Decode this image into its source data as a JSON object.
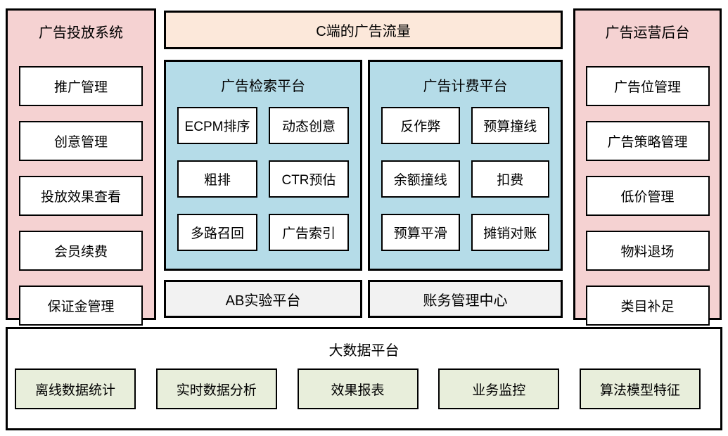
{
  "diagram": {
    "left_panel": {
      "title": "广告投放系统",
      "items": [
        "推广管理",
        "创意管理",
        "投放效果查看",
        "会员续费",
        "保证金管理"
      ]
    },
    "traffic_banner": {
      "label": "C端的广告流量"
    },
    "retrieval_platform": {
      "title": "广告检索平台",
      "items": [
        "ECPM排序",
        "动态创意",
        "粗排",
        "CTR预估",
        "多路召回",
        "广告索引"
      ]
    },
    "billing_platform": {
      "title": "广告计费平台",
      "items": [
        "反作弊",
        "预算撞线",
        "余额撞线",
        "扣费",
        "预算平滑",
        "摊销对账"
      ]
    },
    "ab_test_bar": {
      "label": "AB实验平台"
    },
    "finance_bar": {
      "label": "账务管理中心"
    },
    "right_panel": {
      "title": "广告运营后台",
      "items": [
        "广告位管理",
        "广告策略管理",
        "低价管理",
        "物料退场",
        "类目补足"
      ]
    },
    "bigdata_panel": {
      "title": "大数据平台",
      "items": [
        "离线数据统计",
        "实时数据分析",
        "效果报表",
        "业务监控",
        "算法模型特征"
      ]
    }
  },
  "colors": {
    "pink": "#f5d2d2",
    "peach": "#fce8da",
    "blue": "#b5dce8",
    "gray": "#f2f2f2",
    "green": "#e8eedb",
    "box_bg": "#ffffff",
    "border": "#000000"
  }
}
